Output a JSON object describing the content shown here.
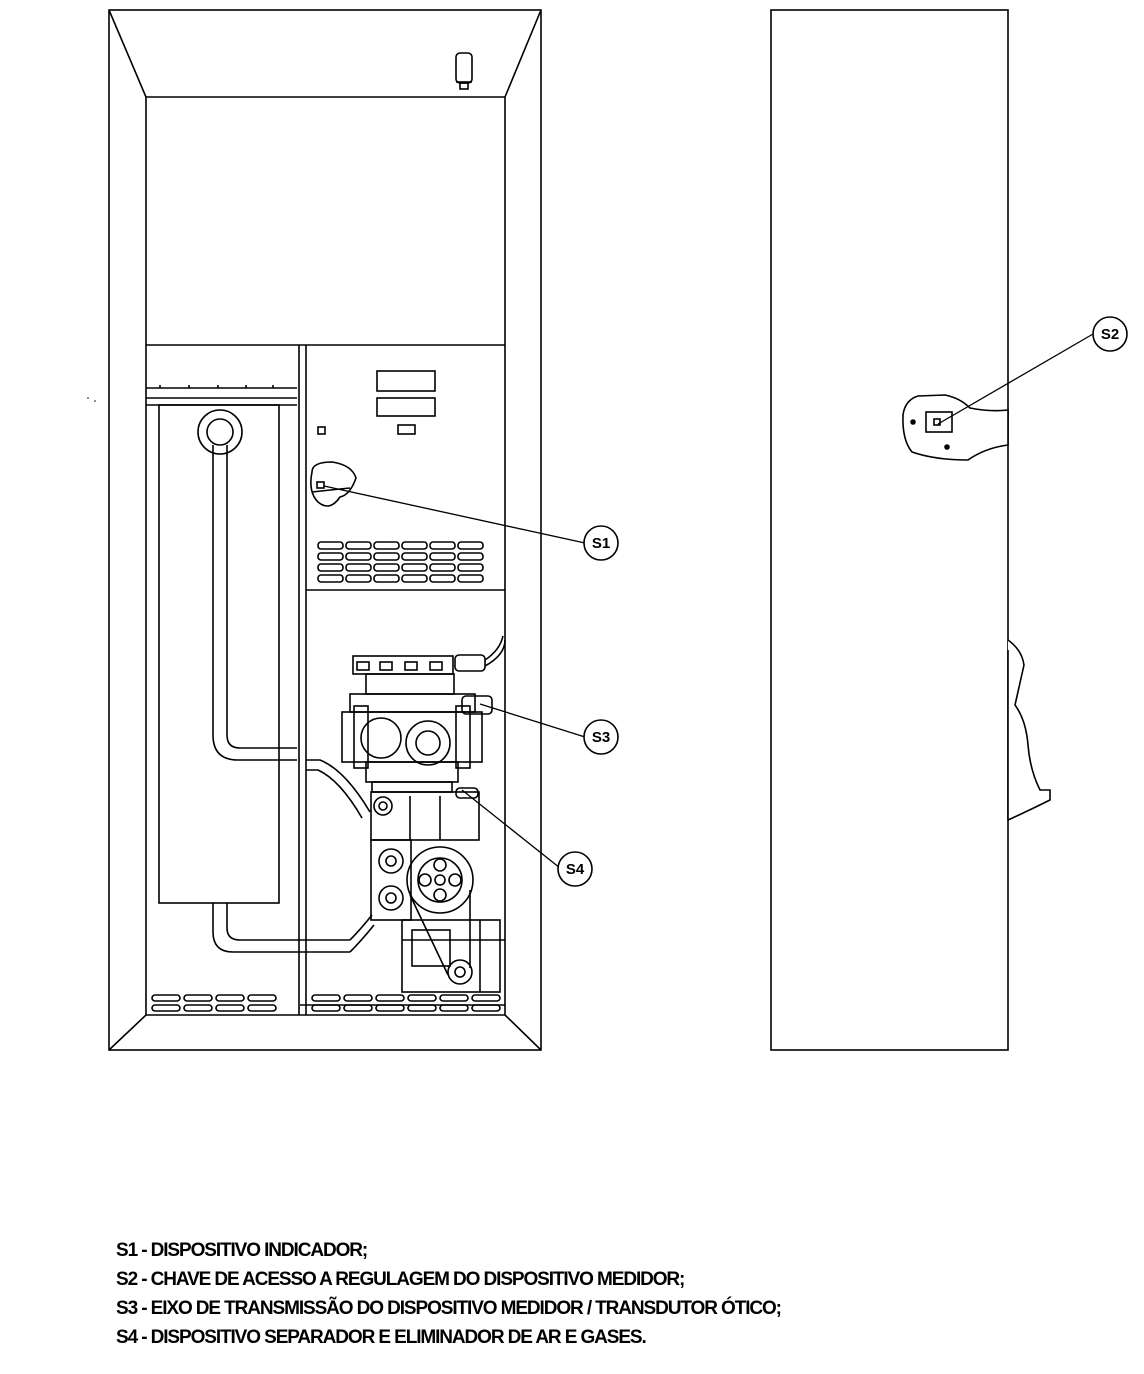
{
  "callouts": [
    {
      "id": "s1",
      "label": "S1"
    },
    {
      "id": "s2",
      "label": "S2"
    },
    {
      "id": "s3",
      "label": "S3"
    },
    {
      "id": "s4",
      "label": "S4"
    }
  ],
  "legend": [
    "S1 - DISPOSITIVO INDICADOR;",
    "S2 - CHAVE DE ACESSO A REGULAGEM DO DISPOSITIVO MEDIDOR;",
    "S3 - EIXO DE TRANSMISSÃO DO DISPOSITIVO MEDIDOR / TRANSDUTOR ÓTICO;",
    "S4 - DISPOSITIVO SEPARADOR E ELIMINADOR DE AR E GASES."
  ],
  "colors": {
    "line": "#000000",
    "background": "#ffffff"
  }
}
